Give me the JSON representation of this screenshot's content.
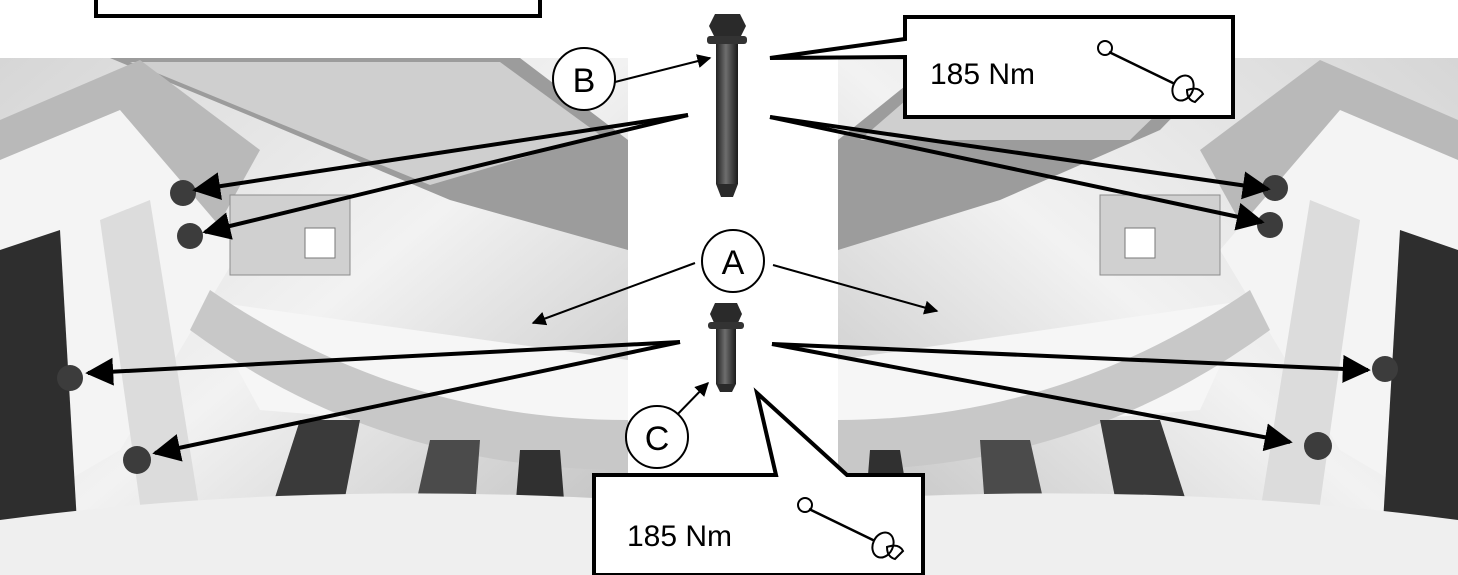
{
  "callouts": {
    "a": {
      "label": "A"
    },
    "b": {
      "label": "B"
    },
    "c": {
      "label": "C"
    }
  },
  "torque": {
    "top": {
      "value": "185 Nm",
      "tool_icon": "torque-wrench-icon"
    },
    "bottom": {
      "value": "185 Nm",
      "tool_icon": "torque-wrench-icon"
    }
  },
  "colors": {
    "outline": "#000000",
    "bolt": "#3a3a3a",
    "frame_light": "#e9e9e9",
    "frame_dark": "#555555"
  }
}
